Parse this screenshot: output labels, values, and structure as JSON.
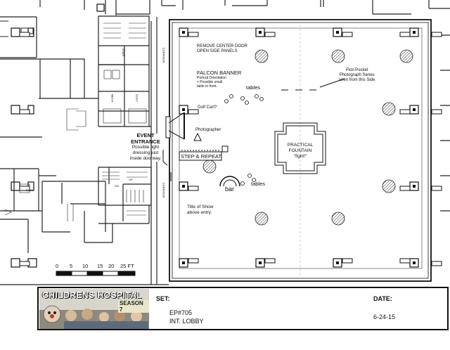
{
  "notes": {
    "remove_center_door": [
      "REMOVE CENTER DOOR",
      "OPEN SIDE PANELS"
    ],
    "falcon_banner": {
      "title": "FALCON BANNER",
      "lines": [
        "Portrait Orientation",
        "+ Possible small",
        "table in front."
      ]
    },
    "golf_cart": "Golf Cart?",
    "tables_top": "tables",
    "pick_pocket": [
      "Pick-Pocket",
      "Photograph Series",
      "seen from this Side"
    ],
    "photographer": "Photographer",
    "step_repeat": "STEP & REPEAT",
    "event_entrance": {
      "title": [
        "EVENT",
        "ENTRANCE"
      ],
      "lines": [
        "Possible light",
        "dressing just",
        "inside doorway."
      ]
    },
    "practical_fountain": [
      "PRACTICAL",
      "FOUNTAIN",
      "\"fight!\""
    ],
    "bar": "bar",
    "tables_bottom": "tables",
    "title_of_show": [
      "Title of Show",
      "above entry."
    ]
  },
  "room_tags": {
    "stair": "STAIR",
    "mech": "MECH",
    "elec": "ELEC",
    "up": "UP",
    "corridor_right": "CORRIDOR",
    "corridor_left": "CORRIDOR",
    "dn": "DN",
    "elev": "ELEV"
  },
  "scale": {
    "ticks": [
      "0",
      "5",
      "10",
      "15",
      "20",
      "25 FT"
    ]
  },
  "title_block": {
    "show_title": "CHILDRENS HOSPITAL",
    "season": "SEASON 7",
    "set_label": "SET:",
    "date_label": "DATE:",
    "episode": "EP#705",
    "set_name": "INT. LOBBY",
    "date": "6-24-15"
  }
}
